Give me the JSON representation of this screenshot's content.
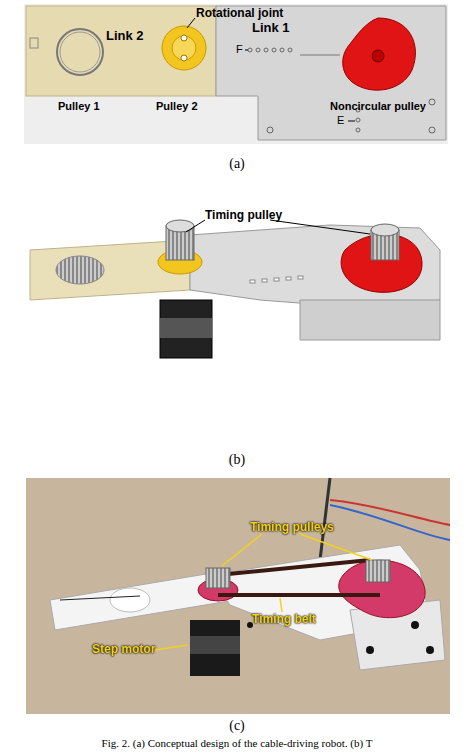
{
  "diagram": {
    "caption": "Fig. 2. (a) Conceptual design of the cable-driving robot. (b) T",
    "labels": [
      "Rotational joint",
      "Link 2",
      "Link 1",
      "Pulley 1",
      "Pulley 2",
      "F",
      "Noncircular pulley",
      "E",
      "(a)",
      "Timing pulley",
      "(b)",
      "Timing pulleys",
      "Timing belt",
      "Step motor",
      "(c)"
    ]
  }
}
